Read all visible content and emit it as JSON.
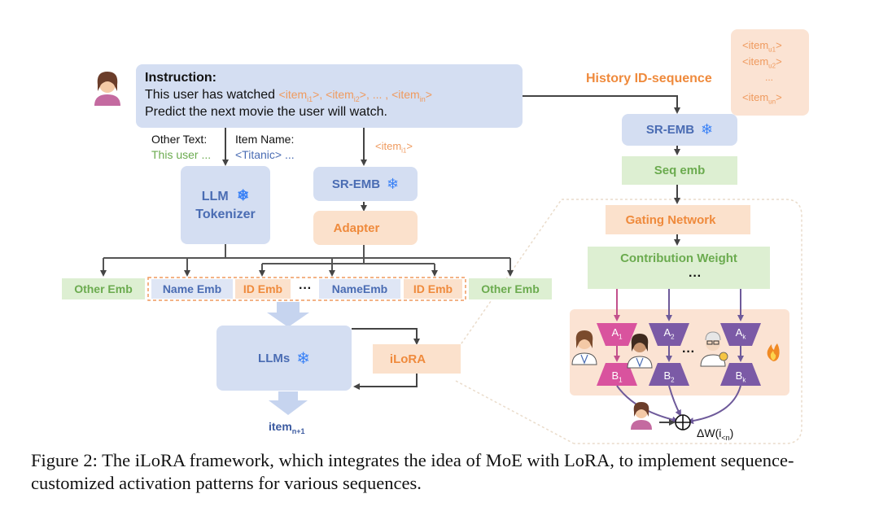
{
  "instruction": {
    "heading": "Instruction:",
    "line1_prefix": "This user has watched",
    "line1_items": [
      "<item",
      "i1",
      ">",
      ", <item",
      "i2",
      ">",
      ", ... , <item",
      "in",
      ">"
    ],
    "line2": "Predict the next movie the user will watch."
  },
  "left": {
    "other_text_label": "Other Text:",
    "other_text_value": "This user ...",
    "item_name_label": "Item Name:",
    "item_name_value": "<Titanic> ...",
    "item_token": "<item",
    "item_token_sub": "i1",
    "item_token_close": ">",
    "tokenizer_line1": "LLM",
    "tokenizer_line2": "Tokenizer",
    "sr_emb": "SR-EMB",
    "adapter": "Adapter",
    "emb_row": {
      "other_emb_left": "Other Emb",
      "name_emb": "Name Emb",
      "id_emb": "ID Emb",
      "dots": "···",
      "name_emb2": "NameEmb",
      "id_emb2": "ID Emb",
      "other_emb_right": "Other Emb"
    },
    "llms": "LLMs",
    "ilora": "iLoRA",
    "output_item": "item",
    "output_sub": "n+1"
  },
  "right": {
    "history_label": "History ID-sequence",
    "history_items": [
      {
        "text": "<item",
        "sub": "u1",
        "close": ">"
      },
      {
        "text": "<item",
        "sub": "u2",
        "close": ">"
      },
      {
        "text": "...",
        "sub": "",
        "close": ""
      },
      {
        "text": "<item",
        "sub": "un",
        "close": ">"
      }
    ],
    "sr_emb": "SR-EMB",
    "seq_emb": "Seq emb",
    "gating": "Gating Network",
    "contribution": "Contribution Weight",
    "dots": "···",
    "experts": [
      {
        "a": "A",
        "a_sub": "1",
        "b": "B",
        "b_sub": "1"
      },
      {
        "a": "A",
        "a_sub": "2",
        "b": "B",
        "b_sub": "2"
      },
      {
        "a": "A",
        "a_sub": "k",
        "b": "B",
        "b_sub": "k"
      }
    ],
    "expert_dots": "···",
    "delta": "ΔW(i",
    "delta_sub": "<n",
    "delta_close": ")"
  },
  "caption": "Figure 2: The iLoRA framework, which integrates the idea of MoE with LoRA, to implement sequence-customized activation patterns for various sequences.",
  "colors": {
    "blue_box": "#d4def2",
    "blue_text": "#4a6cb3",
    "orange_box": "#fbe1cc",
    "orange_text": "#ef8a3c",
    "green_box": "#ddefd2",
    "green_text": "#6bab4f",
    "pink": "#d9539e",
    "purple": "#7b5aa6"
  }
}
